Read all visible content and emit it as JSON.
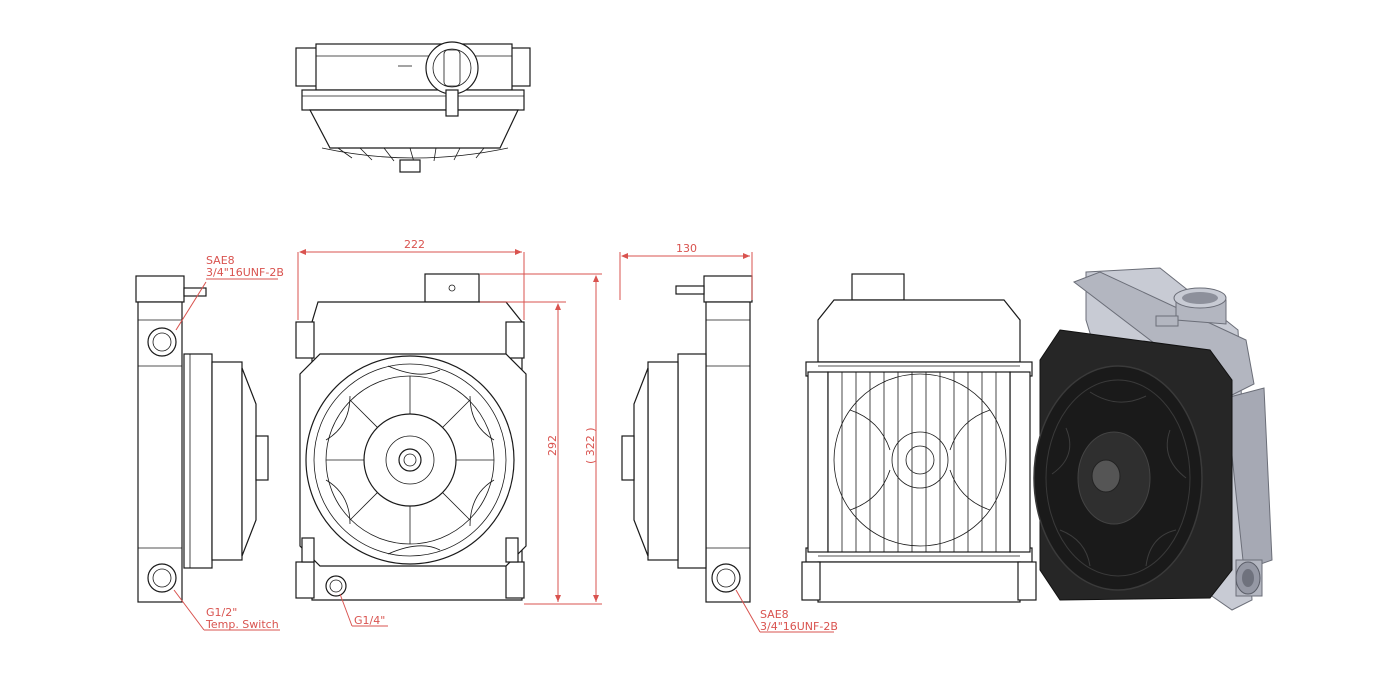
{
  "dimensions": {
    "width": "222",
    "depth": "130",
    "core_height": "292",
    "overall_height": "( 322 )"
  },
  "callouts": {
    "top_port_line1": "SAE8",
    "top_port_line2": "3/4\"16UNF-2B",
    "bottom_port_line1": "G1/2\"",
    "bottom_port_line2": "Temp. Switch",
    "front_port": "G1/4\"",
    "side_port_line1": "SAE8",
    "side_port_line2": "3/4\"16UNF-2B"
  },
  "colors": {
    "dimension": "#d9534f",
    "line": "#1a1a1a",
    "render_body": "#b9bcc6",
    "render_fan": "#2a2a2a"
  }
}
